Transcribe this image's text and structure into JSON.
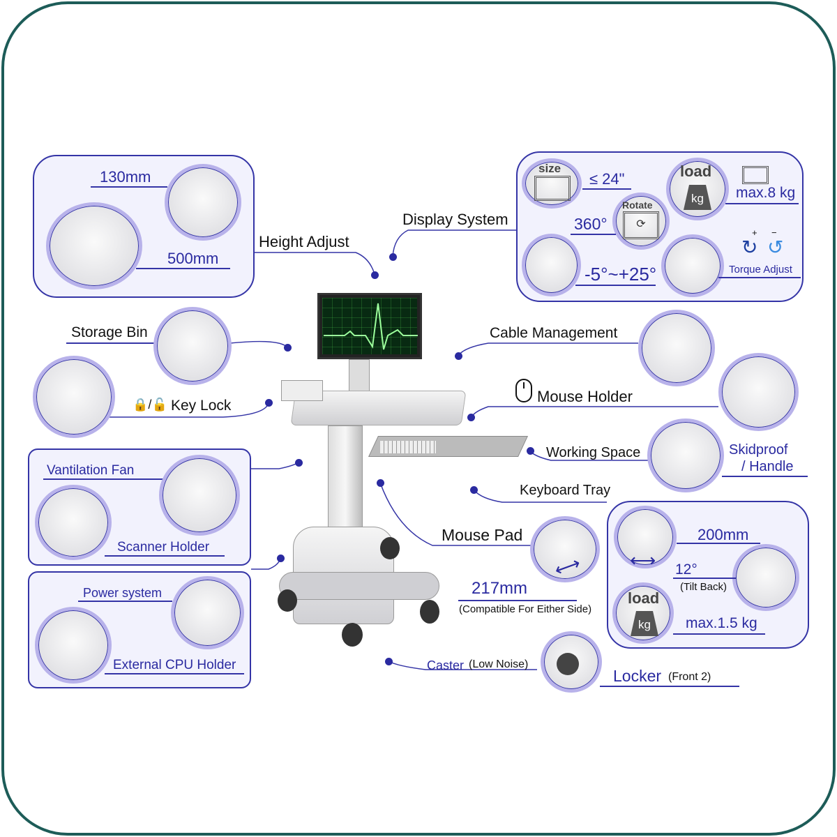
{
  "colors": {
    "frame": "#1d5c58",
    "accent": "#2a2aa0",
    "ring": "#b8b2ea"
  },
  "height_adjust": {
    "label": "Height Adjust",
    "top": "130mm",
    "bottom": "500mm"
  },
  "display_system": {
    "label": "Display System",
    "size_icon": "size",
    "size_value": "≤ 24\"",
    "load_icon": "load",
    "kg": "kg",
    "load_value": "max.8 kg",
    "rotate_icon": "Rotate",
    "rotate_value": "360°",
    "tilt_value": "-5°~+25°",
    "torque": "Torque Adjust",
    "plus": "+",
    "minus": "−"
  },
  "storage_bin": {
    "label": "Storage Bin"
  },
  "key_lock": {
    "label": "Key Lock",
    "sep": "/"
  },
  "cable_management": {
    "label": "Cable Management"
  },
  "mouse_holder": {
    "label": "Mouse Holder"
  },
  "working_space": {
    "label": "Working Space",
    "skidproof": "Skidproof",
    "handle": "/ Handle"
  },
  "keyboard_tray": {
    "label": "Keyboard Tray",
    "extend": "200mm",
    "tilt": "12°",
    "tilt_note": "(Tilt Back)",
    "load_icon": "load",
    "kg": "kg",
    "load_value": "max.1.5 kg"
  },
  "fan_box": {
    "fan": "Vantilation Fan",
    "scanner": "Scanner  Holder"
  },
  "power_box": {
    "power": "Power system",
    "cpu": "External CPU Holder"
  },
  "mouse_pad": {
    "label": "Mouse Pad",
    "size": "217mm",
    "note": "(Compatible For Either Side)"
  },
  "caster": {
    "label": "Caster",
    "note": "(Low Noise)"
  },
  "locker": {
    "label": "Locker",
    "note": "(Front 2)"
  }
}
